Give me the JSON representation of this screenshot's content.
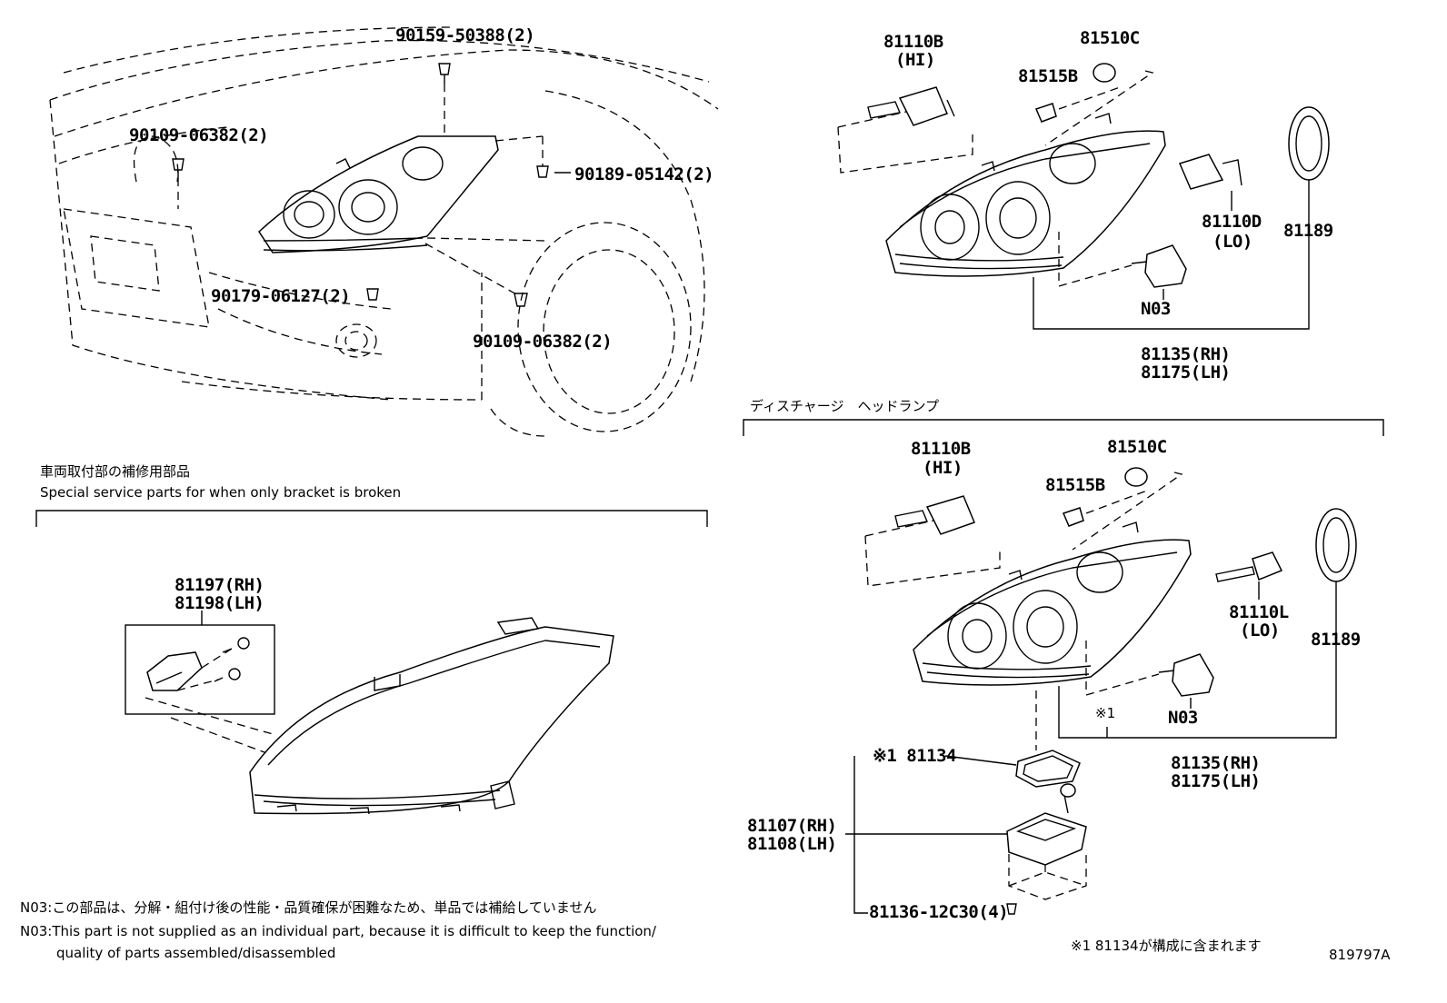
{
  "diagram": {
    "figure_id": "819797A",
    "section_labels": {
      "discharge_headlamp": "ディスチャージ　ヘッドランプ",
      "bracket_parts_jp": "車両取付部の補修用部品",
      "bracket_parts_en": "Special service parts for when only bracket is broken"
    },
    "notes": {
      "n03_jp": "N03:この部品は、分解・組付け後の性能・品質確保が困難なため、単品では補給していません",
      "n03_en_line1": "N03:This part is not supplied as an individual part, because it is difficult to keep the function/",
      "n03_en_line2": "quality of parts assembled/disassembled",
      "footnote": "※1 81134が構成に含まれます"
    },
    "parts": {
      "p_90159": "90159-50388(2)",
      "p_90109_a": "90109-06382(2)",
      "p_90189": "90189-05142(2)",
      "p_90179": "90179-06127(2)",
      "p_90109_b": "90109-06382(2)",
      "p_81197": "81197(RH)",
      "p_81198": "81198(LH)",
      "t_81110B": "81110B",
      "t_hi": "(HI)",
      "t_81510C": "81510C",
      "t_81515B": "81515B",
      "t_81110D": "81110D",
      "t_lo": "(LO)",
      "t_81189": "81189",
      "t_n03": "N03",
      "t_81135": "81135(RH)",
      "t_81175": "81175(LH)",
      "b_81110B": "81110B",
      "b_hi": "(HI)",
      "b_81510C": "81510C",
      "b_81515B": "81515B",
      "b_81110L": "81110L",
      "b_lo": "(LO)",
      "b_81189": "81189",
      "b_n03": "N03",
      "b_mark": "※1",
      "b_81135": "81135(RH)",
      "b_81175": "81175(LH)",
      "b_81134": "※1 81134",
      "b_81107": "81107(RH)",
      "b_81108": "81108(LH)",
      "b_81136": "81136-12C30(4)"
    }
  }
}
